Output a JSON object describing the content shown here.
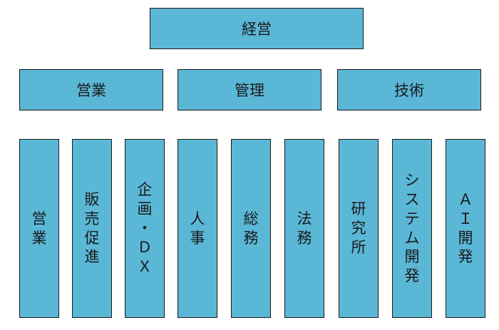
{
  "top": {
    "label": "経営"
  },
  "divisions": [
    {
      "id": "sales",
      "label": "営業"
    },
    {
      "id": "admin",
      "label": "管理"
    },
    {
      "id": "tech",
      "label": "技術"
    }
  ],
  "departments": [
    {
      "id": "sales",
      "label": "営業"
    },
    {
      "id": "promo",
      "label": "販売促進"
    },
    {
      "id": "plan",
      "label": "企画・ＤＸ"
    },
    {
      "id": "hr",
      "label": "人事"
    },
    {
      "id": "general",
      "label": "総務"
    },
    {
      "id": "legal",
      "label": "法務"
    },
    {
      "id": "lab",
      "label": "研究所"
    },
    {
      "id": "sysdev",
      "label": "システム開発"
    },
    {
      "id": "aidev",
      "label": "ＡＩ開発"
    }
  ]
}
